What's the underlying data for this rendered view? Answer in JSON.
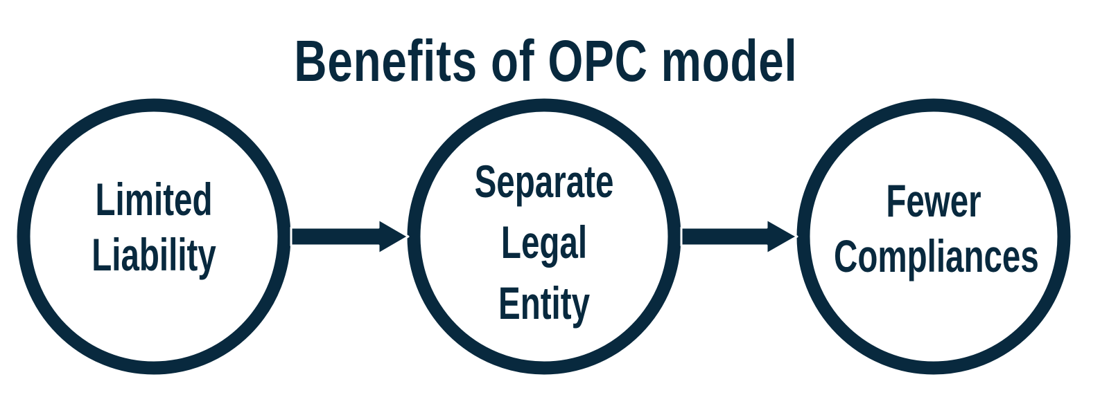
{
  "title": "Benefits of OPC model",
  "colors": {
    "primary": "#08293e",
    "background": "#ffffff"
  },
  "nodes": [
    {
      "lines": [
        "Limited",
        "Liability"
      ]
    },
    {
      "lines": [
        "Separate",
        "Legal",
        "Entity"
      ]
    },
    {
      "lines": [
        "Fewer",
        "Compliances"
      ]
    }
  ],
  "edges": [
    {
      "from": 0,
      "to": 1,
      "icon": "arrow-right-icon"
    },
    {
      "from": 1,
      "to": 2,
      "icon": "arrow-right-icon"
    }
  ]
}
